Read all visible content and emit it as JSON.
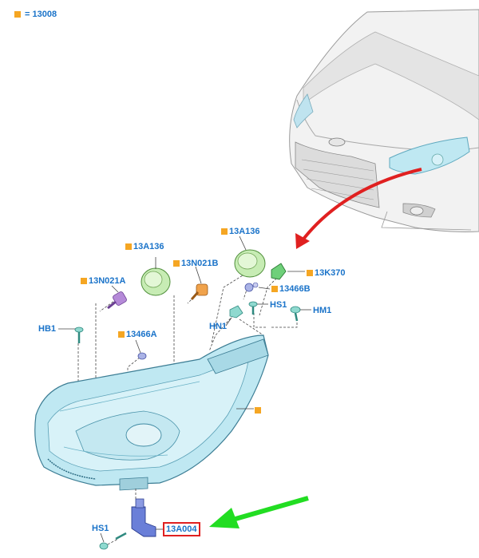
{
  "legend": {
    "marker_color": "#f5a623",
    "text": "= 13008"
  },
  "callouts": [
    {
      "id": "13A136-a",
      "text": "13A136"
    },
    {
      "id": "13A136-b",
      "text": "13A136"
    },
    {
      "id": "13N021A",
      "text": "13N021A"
    },
    {
      "id": "13N021B",
      "text": "13N021B"
    },
    {
      "id": "13K370",
      "text": "13K370"
    },
    {
      "id": "13466B",
      "text": "13466B"
    },
    {
      "id": "13466A",
      "text": "13466A"
    },
    {
      "id": "HB1",
      "text": "HB1"
    },
    {
      "id": "HN1",
      "text": "HN1"
    },
    {
      "id": "HS1-top",
      "text": "HS1"
    },
    {
      "id": "HM1",
      "text": "HM1"
    },
    {
      "id": "HS1-bottom",
      "text": "HS1"
    },
    {
      "id": "13A004",
      "text": "13A004",
      "highlighted": true
    }
  ],
  "colors": {
    "label_text": "#1a73c9",
    "part_marker": "#f5a623",
    "red_arrow": "#e02020",
    "green_arrow": "#22dd22",
    "lens_tint": "#bfe8f2"
  }
}
